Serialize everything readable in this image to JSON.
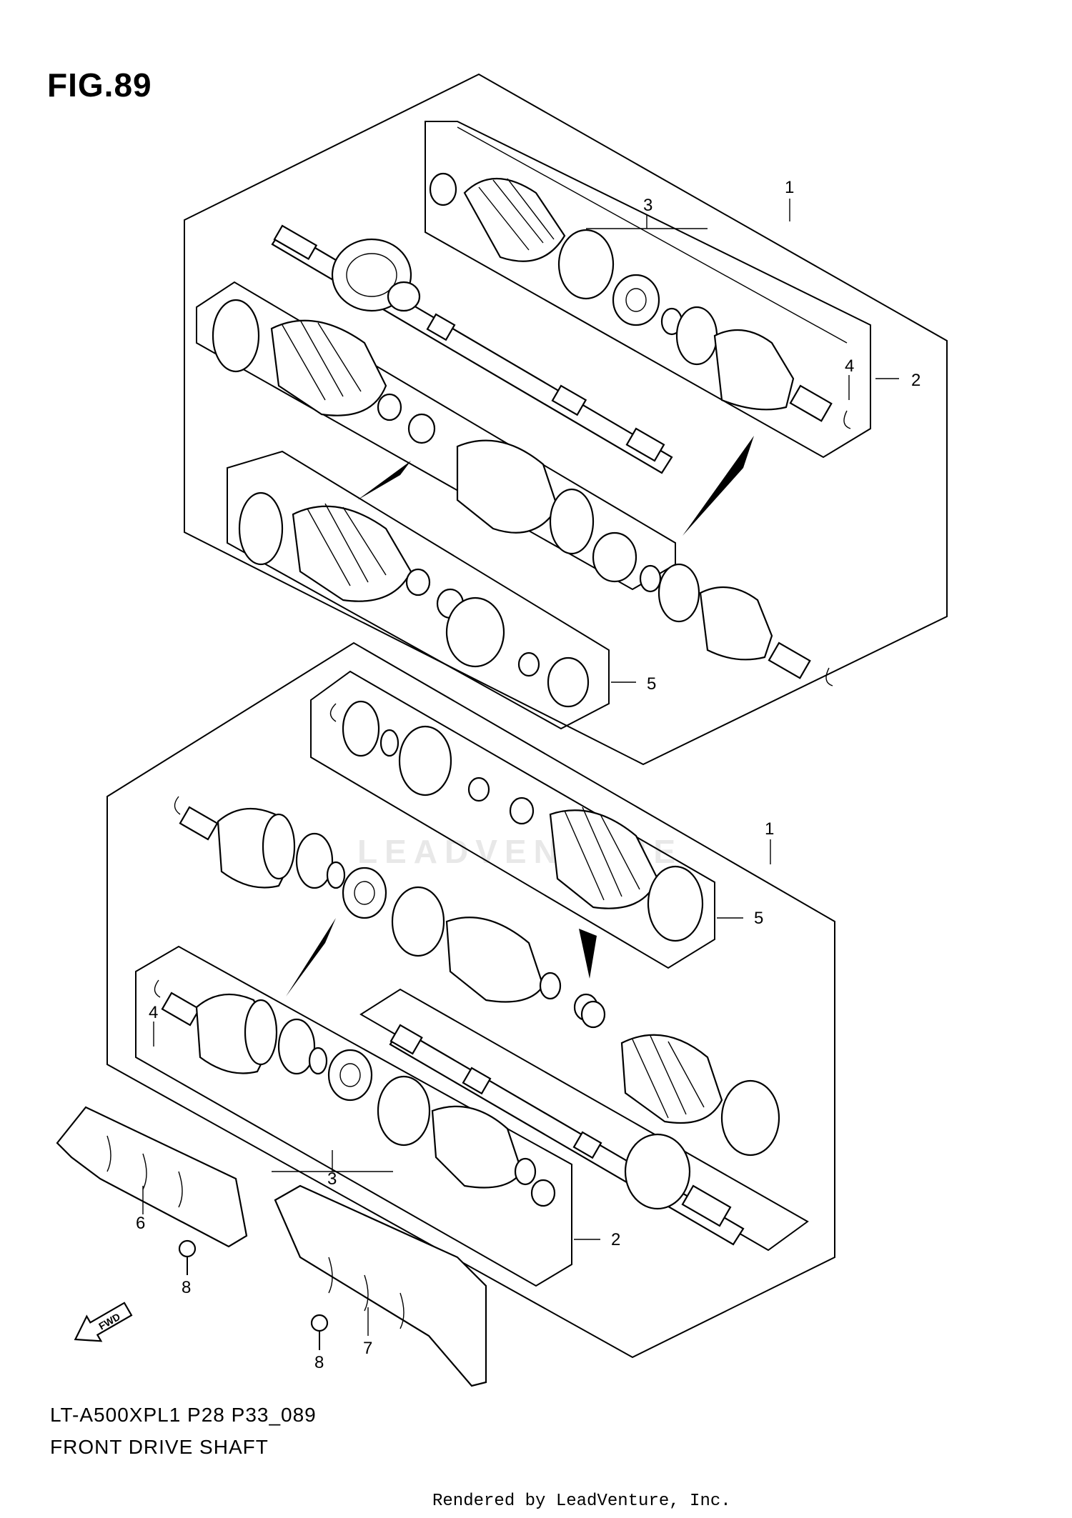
{
  "figure": {
    "title": "FIG.89",
    "model_code": "LT-A500XPL1  P28  P33_089",
    "name": "FRONT DRIVE SHAFT",
    "credit": "Rendered by LeadVenture, Inc.",
    "watermark": "LEADVENTURE"
  },
  "callouts": {
    "upper_1": "1",
    "upper_2": "2",
    "upper_3": "3",
    "upper_4": "4",
    "upper_5": "5",
    "lower_1": "1",
    "lower_2": "2",
    "lower_3": "3",
    "lower_4": "4",
    "lower_5": "5",
    "cover_left": "6",
    "cover_right": "7",
    "bolt_left": "8",
    "bolt_right": "8"
  },
  "fwd_label": "FWD",
  "icons": {
    "direction": "fwd-arrow-icon"
  }
}
